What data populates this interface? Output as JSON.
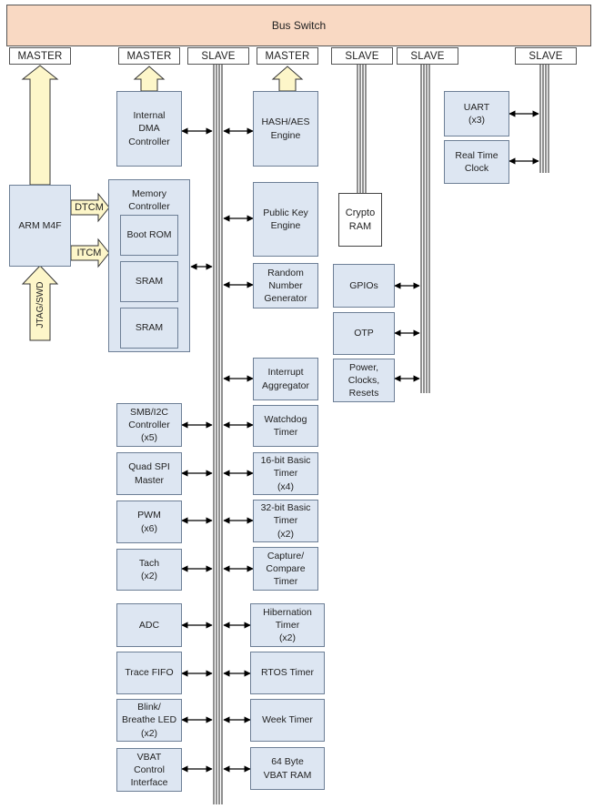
{
  "bus_switch": "Bus Switch",
  "ports": {
    "p1": "MASTER",
    "p2": "MASTER",
    "p3": "SLAVE",
    "p4": "MASTER",
    "p5": "SLAVE",
    "p6": "SLAVE",
    "p7": "SLAVE"
  },
  "cpu": {
    "label": "ARM M4F",
    "dtcm": "DTCM",
    "itcm": "ITCM",
    "jtag": "JTAG/SWD"
  },
  "memory": {
    "title": "Memory\nController",
    "boot_rom": "Boot ROM",
    "sram1": "SRAM",
    "sram2": "SRAM"
  },
  "blocks": {
    "dma": "Internal\nDMA\nController",
    "hash": "HASH/AES\nEngine",
    "pke": "Public Key\nEngine",
    "crypto_ram": "Crypto\nRAM",
    "rng": "Random\nNumber\nGenerator",
    "uart": "UART\n(x3)",
    "rtc": "Real Time\nClock",
    "gpios": "GPIOs",
    "otp": "OTP",
    "power": "Power,\nClocks,\nResets",
    "interrupt": "Interrupt\nAggregator",
    "smb": "SMB/I2C\nController\n(x5)",
    "watchdog": "Watchdog\nTimer",
    "qspi": "Quad SPI\nMaster",
    "timer16": "16-bit Basic\nTimer\n(x4)",
    "pwm": "PWM\n(x6)",
    "timer32": "32-bit Basic\nTimer\n(x2)",
    "tach": "Tach\n(x2)",
    "capture": "Capture/\nCompare\nTimer",
    "adc": "ADC",
    "hibernation": "Hibernation\nTimer\n(x2)",
    "trace": "Trace FIFO",
    "rtos": "RTOS Timer",
    "blink": "Blink/\nBreathe LED\n(x2)",
    "week": "Week Timer",
    "vbat": "VBAT\nControl\nInterface",
    "vbat_ram": "64 Byte\nVBAT RAM"
  },
  "colors": {
    "bus_switch": "#f9d9c3",
    "block_fill": "#dde6f2",
    "master_arrow": "#fdf6c9"
  }
}
